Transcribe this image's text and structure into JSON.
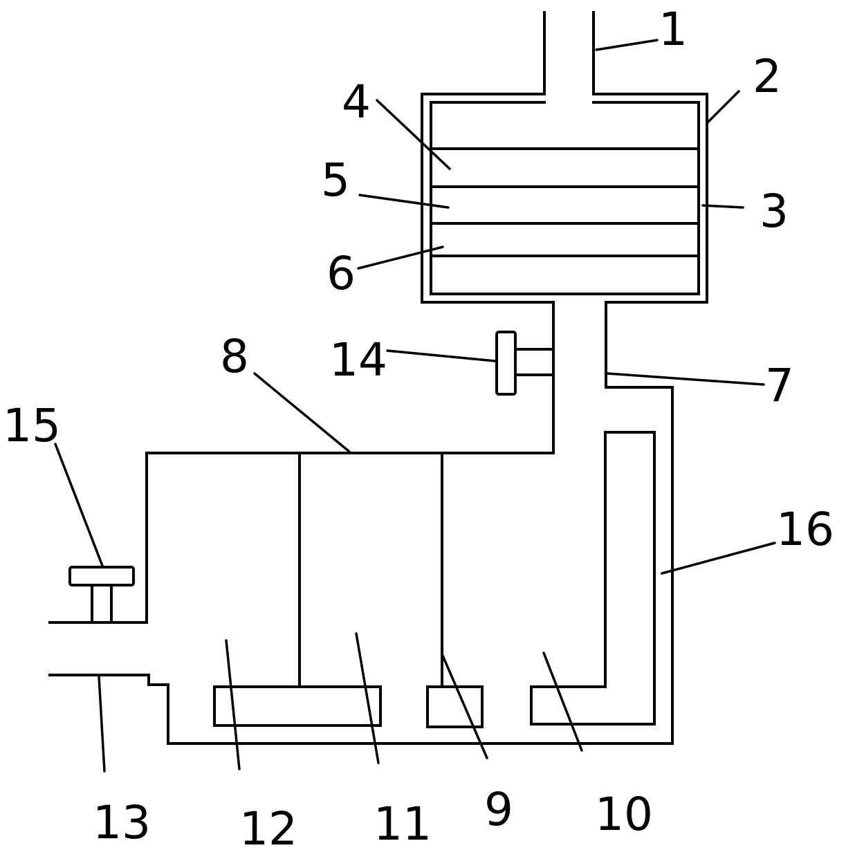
{
  "figure": {
    "colors": {
      "line": "#000000",
      "background": "#ffffff"
    },
    "labels": {
      "n1": "1",
      "n2": "2",
      "n3": "3",
      "n4": "4",
      "n5": "5",
      "n6": "6",
      "n7": "7",
      "n8": "8",
      "n9": "9",
      "n10": "10",
      "n11": "11",
      "n12": "12",
      "n13": "13",
      "n14": "14",
      "n15": "15",
      "n16": "16"
    }
  }
}
